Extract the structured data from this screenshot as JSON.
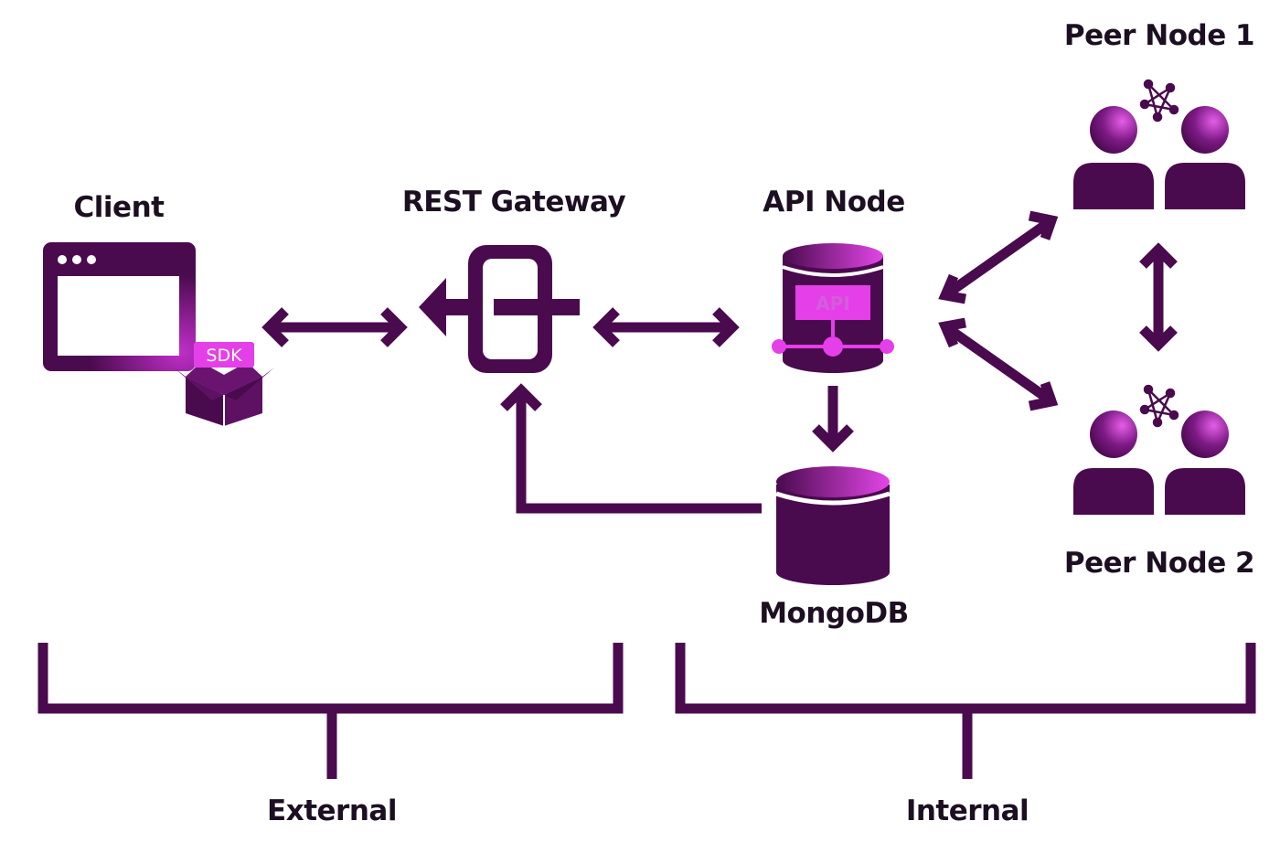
{
  "labels": {
    "client": "Client",
    "rest_gateway": "REST Gateway",
    "api_node": "API Node",
    "mongodb": "MongoDB",
    "peer_node_1": "Peer Node 1",
    "peer_node_2": "Peer Node 2",
    "external": "External",
    "internal": "Internal",
    "sdk": "SDK",
    "api_badge": "API"
  },
  "colors": {
    "primary": "#4a0a4e",
    "accent": "#e43fe8",
    "highlight": "#d45ddb",
    "text": "#1c0f22",
    "background": "#ffffff"
  },
  "icons": {
    "client": "browser-window-icon",
    "sdk": "open-box-icon",
    "rest_gateway": "gateway-link-icon",
    "api_node": "database-server-icon",
    "mongodb": "database-cylinder-icon",
    "peer_nodes": "people-network-icon"
  }
}
